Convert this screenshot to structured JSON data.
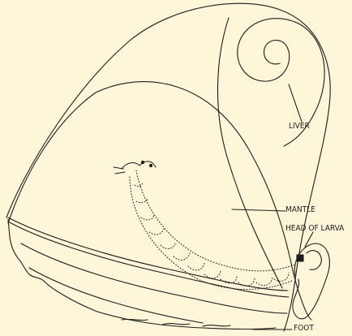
{
  "labels": {
    "liver": "LIVER",
    "mantle": "MANTLE",
    "head_of_larva": "HEAD OF LARVA",
    "foot": "FOOT"
  },
  "colors": {
    "background": "#fdf6d8",
    "ink": "#1c1c1c"
  }
}
